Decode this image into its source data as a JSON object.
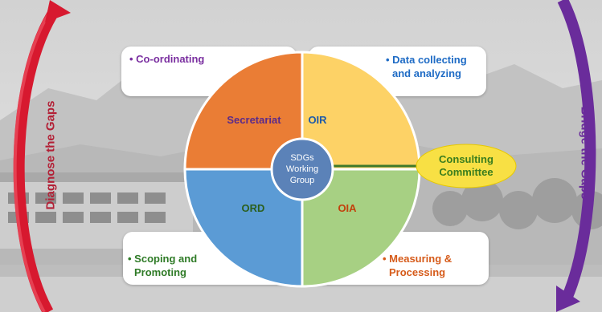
{
  "left_arrow_label": "Diagnose the Gaps",
  "right_arrow_label": "Bridge the Gaps",
  "boxes": {
    "top_left": {
      "lines": [
        "• Co-ordinating"
      ]
    },
    "top_right": {
      "lines": [
        "• Data collecting",
        "and analyzing"
      ]
    },
    "bottom_left": {
      "lines": [
        "• Scoping and",
        "Promoting"
      ]
    },
    "bottom_right": {
      "lines": [
        "• Measuring &",
        "Processing"
      ]
    }
  },
  "segments": {
    "top_left": "Secretariat",
    "top_right": "OIR",
    "bottom_left": "ORD",
    "bottom_right": "OIA"
  },
  "center": {
    "lines": [
      "SDGs",
      "Working",
      "Group"
    ]
  },
  "consulting": {
    "lines": [
      "Consulting",
      "Committee"
    ]
  },
  "colors": {
    "secretariat": "#ea7d35",
    "oir": "#fdd266",
    "ord": "#5b9bd5",
    "oia": "#a7d083",
    "center": "#5b82b8",
    "consulting": "#f8e044",
    "left_arrow": "#d7192f",
    "right_arrow": "#6a2c9b"
  }
}
